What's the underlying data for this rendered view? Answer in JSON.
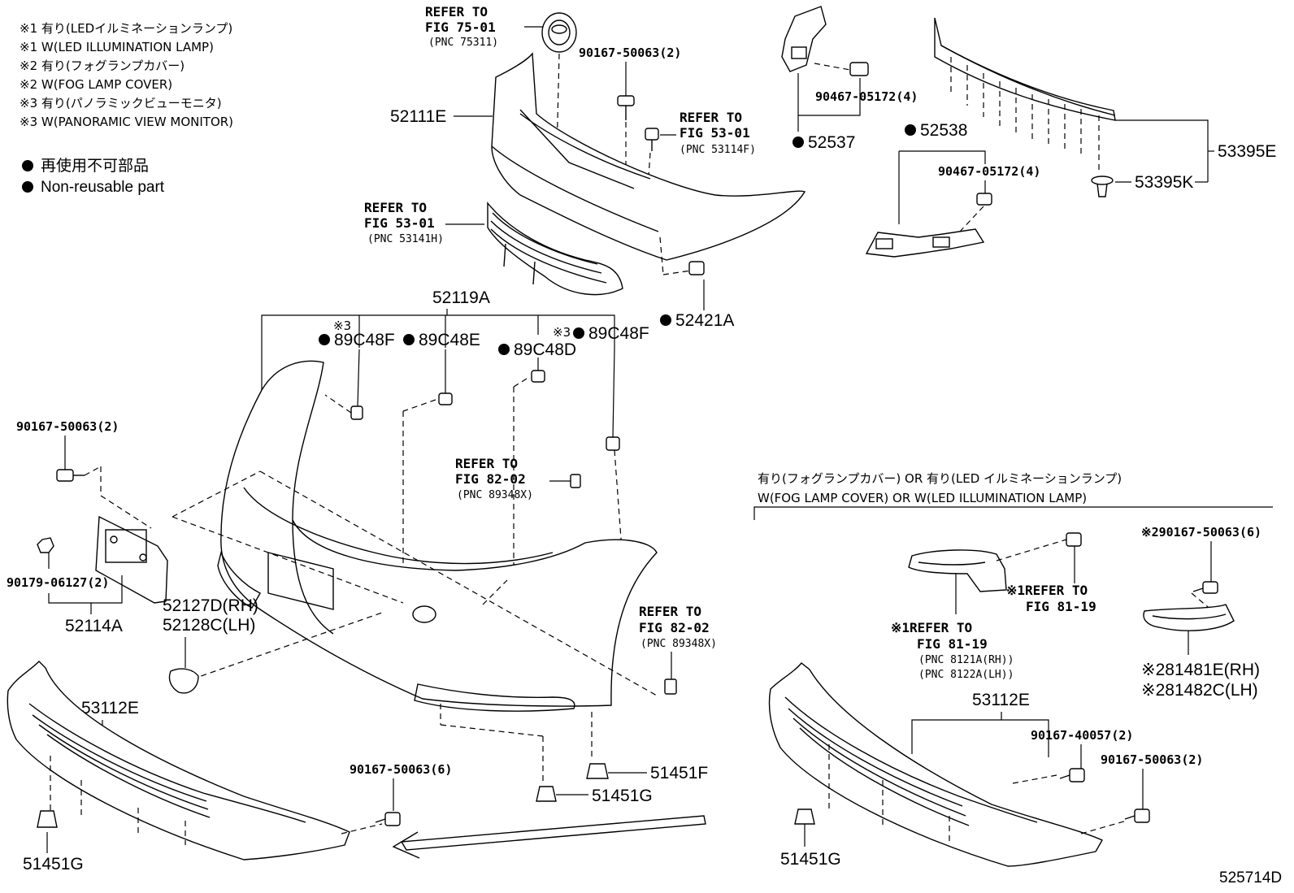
{
  "notes": {
    "n1_jp": "※1 有り(LEDイルミネーションランプ)",
    "n1_en": "※1 W(LED ILLUMINATION LAMP)",
    "n2_jp": "※2 有り(フォグランプカバー)",
    "n2_en": "※2 W(FOG LAMP COVER)",
    "n3_jp": "※3 有り(パノラミックビューモニタ)",
    "n3_en": "※3 W(PANORAMIC VIEW MONITOR)",
    "legend_jp": "再使用不可部品",
    "legend_en": "Non-reusable part"
  },
  "refs": {
    "r1_a": "REFER TO",
    "r1_b": "FIG 75-01",
    "r1_c": "(PNC 75311)",
    "r2_a": "REFER TO",
    "r2_b": "FIG 53-01",
    "r2_c": "(PNC 53114F)",
    "r3_a": "REFER TO",
    "r3_b": "FIG 53-01",
    "r3_c": "(PNC 53141H)",
    "r4_a": "REFER TO",
    "r4_b": "FIG 82-02",
    "r4_c": "(PNC 89348X)",
    "r5_a": "REFER TO",
    "r5_b": "FIG 82-02",
    "r5_c": "(PNC 89348X)",
    "r6_a": "※1REFER TO",
    "r6_b": "FIG 81-19",
    "r7_a": "※1REFER TO",
    "r7_b": "FIG 81-19",
    "r7_c": "(PNC 8121A(RH))",
    "r7_d": "(PNC 8122A(LH))"
  },
  "parts": {
    "p52111E": "52111E",
    "p90167_top": "90167-50063(2)",
    "p90467_a": "90467-05172(4)",
    "p52537": "52537",
    "p52538": "52538",
    "p90467_b": "90467-05172(4)",
    "p53395E": "53395E",
    "p53395K": "53395K",
    "p52421A": "52421A",
    "p52119A": "52119A",
    "p89C48F_a": "89C48F",
    "p89C48E": "89C48E",
    "p89C48D": "89C48D",
    "p89C48F_b": "89C48F",
    "mark3": "※3",
    "p90167_left": "90167-50063(2)",
    "p90179": "90179-06127(2)",
    "p52114A": "52114A",
    "p52127D": "52127D(RH)",
    "p52128C": "52128C(LH)",
    "p53112E_a": "53112E",
    "p90167_bottom": "90167-50063(6)",
    "p51451F": "51451F",
    "p51451G_a": "51451G",
    "p51451G_b": "51451G",
    "p53112E_b": "53112E",
    "p90167_6": "※290167-50063(6)",
    "p81481E": "※281481E(RH)",
    "p81482C": "※281482C(LH)",
    "p90167_40057": "90167-40057(2)",
    "p90167_r2": "90167-50063(2)",
    "p51451G_c": "51451G"
  },
  "option_header": {
    "jp": "有り(フォグランプカバー) OR 有り(LED イルミネーションランプ)",
    "en": "W(FOG LAMP COVER) OR W(LED ILLUMINATION LAMP)"
  },
  "diagram_code": "525714D"
}
